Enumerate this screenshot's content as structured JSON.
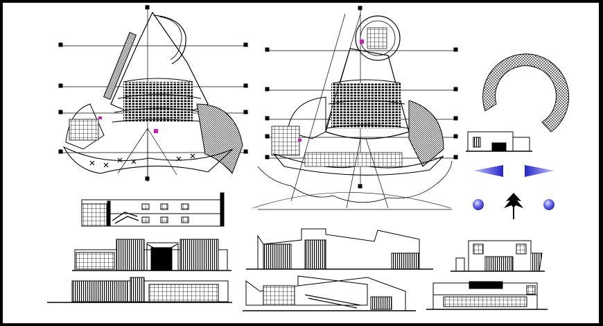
{
  "sheet": {
    "background": "#000000",
    "paper": "#ffffff",
    "ink": "#000000",
    "accent": "#c81fb4",
    "glass_blue": "#3d3dd6",
    "glass_light": "#c8c8ff"
  },
  "drawings": [
    {
      "id": "plan-left",
      "kind": "floor-plan"
    },
    {
      "id": "plan-right",
      "kind": "floor-plan"
    },
    {
      "id": "ring-detail",
      "kind": "ring-plan-detail"
    },
    {
      "id": "small-elevation-right",
      "kind": "elevation"
    },
    {
      "id": "section-long-left",
      "kind": "section"
    },
    {
      "id": "elevation-front-left",
      "kind": "elevation"
    },
    {
      "id": "elevation-rear-left",
      "kind": "elevation"
    },
    {
      "id": "elevation-mid-upper",
      "kind": "elevation"
    },
    {
      "id": "section-mid-lower",
      "kind": "section"
    },
    {
      "id": "elevation-right-upper",
      "kind": "elevation"
    },
    {
      "id": "section-right-lower",
      "kind": "section"
    }
  ],
  "symbols": [
    {
      "id": "light-fan-left",
      "icon": "light-fan-icon"
    },
    {
      "id": "light-fan-right",
      "icon": "light-fan-icon"
    },
    {
      "id": "orb-left",
      "icon": "blue-orb-icon"
    },
    {
      "id": "orb-right",
      "icon": "blue-orb-icon"
    },
    {
      "id": "tree",
      "icon": "tree-icon"
    }
  ]
}
